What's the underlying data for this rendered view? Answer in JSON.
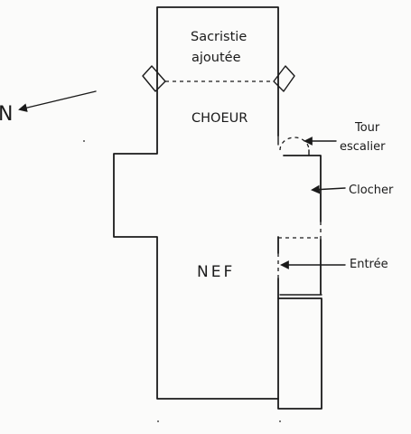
{
  "labels": {
    "sacristie_line1": "Sacristie",
    "sacristie_line2": "ajoutée",
    "choeur": "CHOEUR",
    "nef": "NEF",
    "tour_line1": "Tour",
    "tour_line2": "escalier",
    "clocher": "Clocher",
    "entree": "Entrée",
    "north": "N"
  },
  "colors": {
    "ink": "#1a1a1a",
    "paper": "#fbfbfa"
  }
}
